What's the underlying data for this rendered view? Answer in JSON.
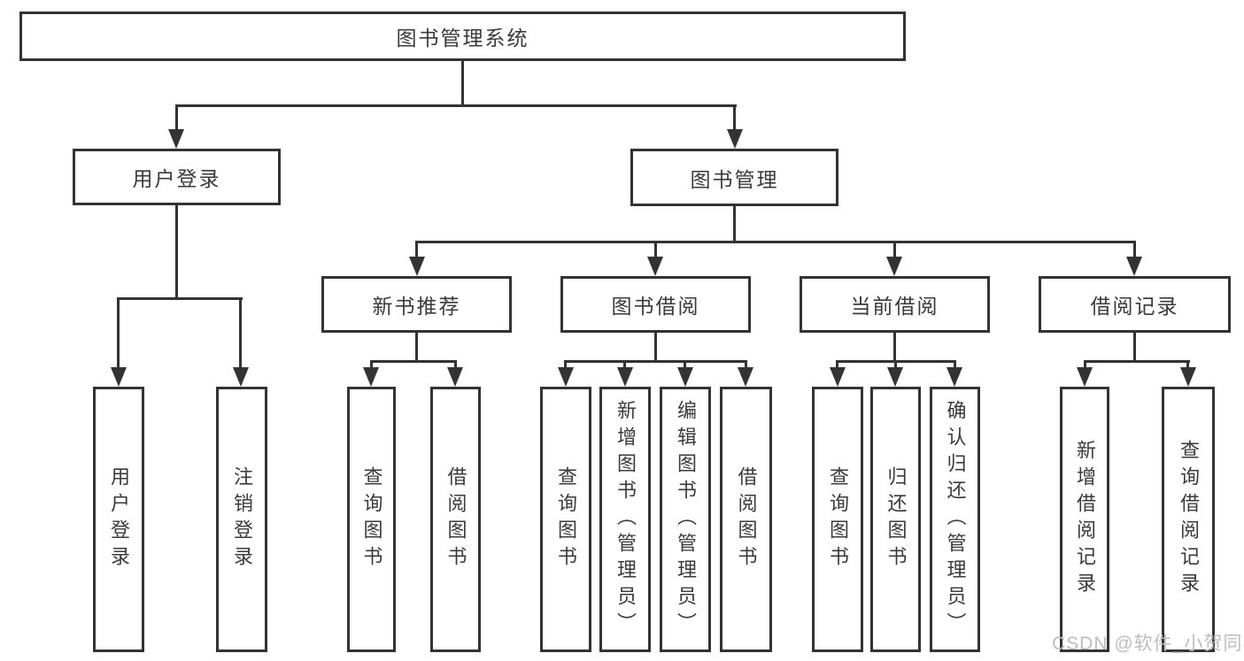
{
  "colors": {
    "line": "#333333",
    "box_border": "#333333",
    "text": "#3a3a3a",
    "background": "#ffffff",
    "watermark": "#bdbdbd"
  },
  "watermark": {
    "text": "CSDN @软件_小贺同学"
  },
  "tree": {
    "root": {
      "label": "图书管理系统"
    },
    "branches": [
      {
        "label": "用户登录",
        "children": [
          {
            "label": "用户登录"
          },
          {
            "label": "注销登录"
          }
        ]
      },
      {
        "label": "图书管理",
        "children": [
          {
            "label": "新书推荐",
            "children": [
              {
                "label": "查询图书"
              },
              {
                "label": "借阅图书"
              }
            ]
          },
          {
            "label": "图书借阅",
            "children": [
              {
                "label": "查询图书"
              },
              {
                "label": "新增图书（管理员）"
              },
              {
                "label": "编辑图书（管理员）"
              },
              {
                "label": "借阅图书"
              }
            ]
          },
          {
            "label": "当前借阅",
            "children": [
              {
                "label": "查询图书"
              },
              {
                "label": "归还图书"
              },
              {
                "label": "确认归还（管理员）"
              }
            ]
          },
          {
            "label": "借阅记录",
            "children": [
              {
                "label": "新增借阅记录"
              },
              {
                "label": "查询借阅记录"
              }
            ]
          }
        ]
      }
    ]
  }
}
